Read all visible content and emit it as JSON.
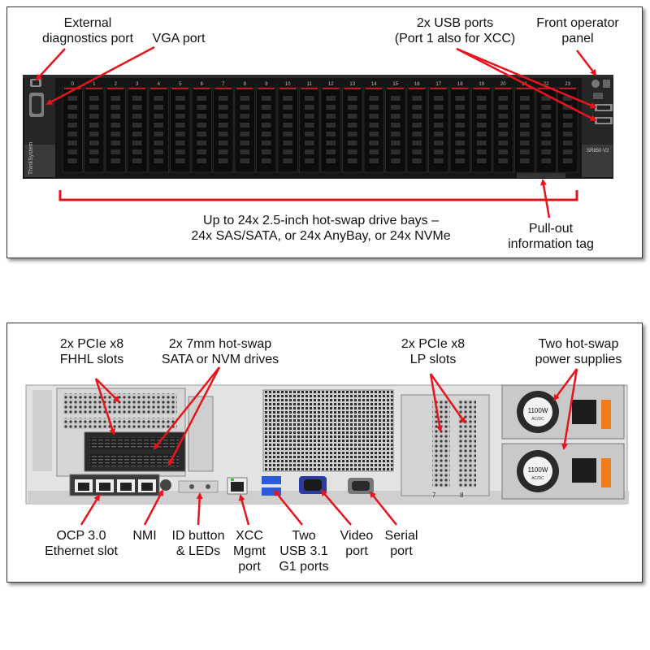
{
  "front": {
    "callouts": {
      "external_diag": [
        "External",
        "diagnostics port"
      ],
      "vga": "VGA port",
      "usb": [
        "2x USB ports",
        "(Port 1 also for XCC)"
      ],
      "operator_panel": [
        "Front operator",
        "panel"
      ],
      "drive_bays": [
        "Up to 24x 2.5-inch hot-swap drive bays –",
        "24x SAS/SATA, or 24x AnyBay, or 24x NVMe"
      ],
      "pull_out_tag": [
        "Pull-out",
        "information tag"
      ]
    },
    "drive_bay_numbers": [
      "0",
      "1",
      "2",
      "3",
      "4",
      "5",
      "6",
      "7",
      "8",
      "9",
      "10",
      "11",
      "12",
      "13",
      "14",
      "15",
      "16",
      "17",
      "18",
      "19",
      "20",
      "21",
      "22",
      "23"
    ],
    "brand_text": "ThinkSystem",
    "model_text": "SR850 V2"
  },
  "rear": {
    "callouts": {
      "pcie_fhhl": [
        "2x PCIe x8",
        "FHHL slots"
      ],
      "m2_drives": [
        "2x 7mm hot-swap",
        "SATA or NVM drives"
      ],
      "pcie_lp": [
        "2x PCIe x8",
        "LP slots"
      ],
      "psu": [
        "Two hot-swap",
        "power supplies"
      ],
      "ocp": [
        "OCP 3.0",
        "Ethernet slot"
      ],
      "nmi": "NMI",
      "id_button": [
        "ID button",
        "& LEDs"
      ],
      "xcc_mgmt": [
        "XCC",
        "Mgmt",
        "port"
      ],
      "usb31": [
        "Two",
        "USB 3.1",
        "G1 ports"
      ],
      "video": [
        "Video",
        "port"
      ],
      "serial": [
        "Serial",
        "port"
      ]
    },
    "psu_rating": "1100W",
    "psu_sub": "AC/DC",
    "slot_labels": [
      "7",
      "8"
    ]
  },
  "colors": {
    "arrow": "#e8141b",
    "chassis": "#1a1a1a",
    "bay_accent": "#c0181c",
    "rear_metal": "#d9d9d9"
  }
}
